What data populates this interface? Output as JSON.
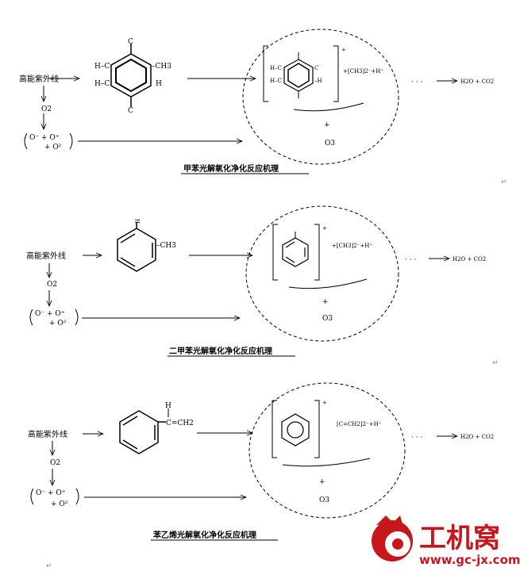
{
  "mechanisms": [
    {
      "uv_label": "高能紫外线",
      "o2_label": "O2",
      "radicals": [
        "O⁻ + O⁺",
        "+ O²"
      ],
      "product_label": "H2O + CO2",
      "plus_label": "+",
      "o3_label": "O3",
      "fragment_label": "+[CH3]2⁻+H⁺",
      "caption": "甲苯光解氧化净化反应机理"
    },
    {
      "uv_label": "高能紫外线",
      "o2_label": "O2",
      "radicals": [
        "O⁻ + O⁺",
        "+ O²"
      ],
      "product_label": "H2O + CO2",
      "plus_label": "+",
      "o3_label": "O3",
      "fragment_label": "+[CH3]2⁻+H⁺",
      "caption": "二甲苯光解氧化净化反应机理"
    },
    {
      "uv_label": "高能紫外线",
      "o2_label": "O2",
      "radicals": [
        "O⁻ + O⁺",
        "+ O²"
      ],
      "product_label": "H2O + CO2",
      "plus_label": "+",
      "o3_label": "O3",
      "fragment_label": "[C=CH2]2⁻+H⁺",
      "caption": "苯乙烯光解氧化净化反应机理"
    }
  ],
  "molecule_labels": {
    "h_left_upper": "H–C",
    "h_left_lower": "H–C",
    "ch3_right": "–CH3",
    "h_right": "H",
    "c_top": "C",
    "c_bottom": "C",
    "radical_h_upper": "H–C",
    "radical_h_lower": "H–C",
    "radical_c_right": "C",
    "radical_h_right": "–H",
    "vinyl_h": "H",
    "vinyl_chain": "C=CH2",
    "dots": "· · ·",
    "plus_sup": "+",
    "return_mark": "↵"
  },
  "logo": {
    "brand_cn": "工机窝",
    "url": "www.gc-jx.com",
    "color": "#c8161d"
  }
}
